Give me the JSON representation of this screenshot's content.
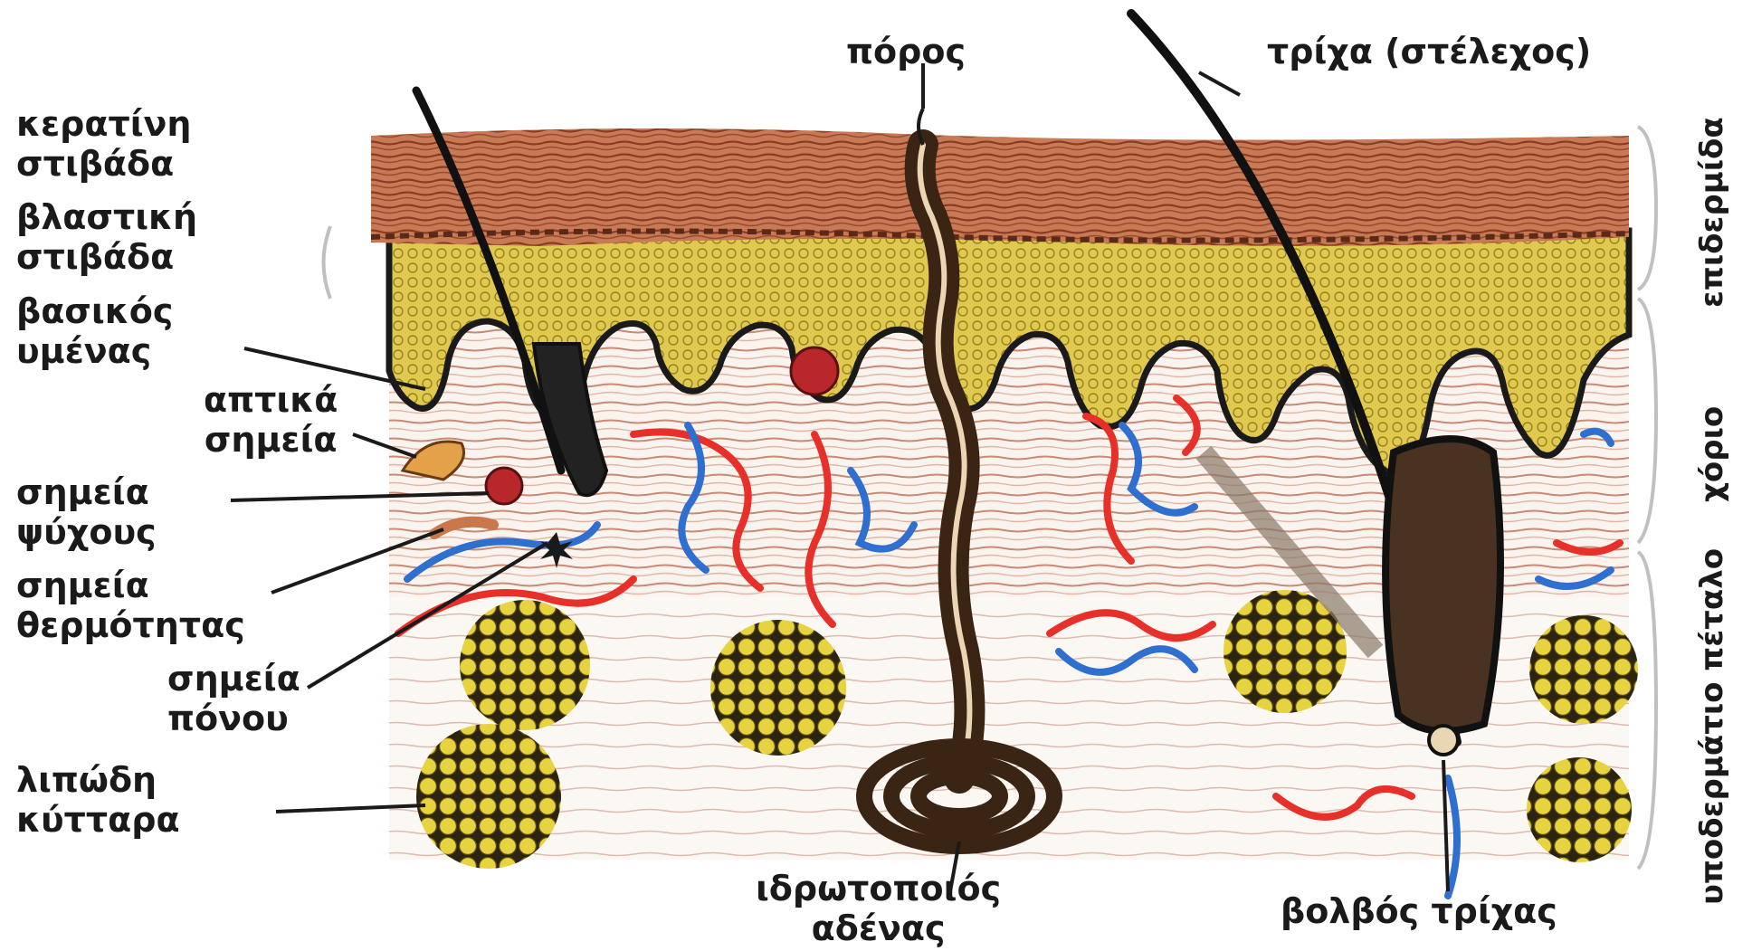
{
  "labels": {
    "keratin_layer": [
      "κερατίνη",
      "στιβάδα"
    ],
    "germinal_layer": [
      "βλαστική",
      "στιβάδα"
    ],
    "basement_membrane": [
      "βασικός",
      "υμένας"
    ],
    "touch_receptors": [
      "απτικά",
      "σημεία"
    ],
    "cold_receptors": [
      "σημεία",
      "ψύχους"
    ],
    "heat_receptors": [
      "σημεία",
      "θερμότητας"
    ],
    "pain_receptors": [
      "σημεία",
      "πόνου"
    ],
    "fat_cells": [
      "λιπώδη",
      "κύτταρα"
    ],
    "pore": "πόρος",
    "hair_shaft": "τρίχα (στέλεχος)",
    "sweat_gland": [
      "ιδρωτοποιός",
      "αδένας"
    ],
    "hair_bulb": "βολβός τρίχας"
  },
  "layers": {
    "epidermis": "επιδερμίδα",
    "dermis": "χόριο",
    "hypodermis": "υποδερμάτιο πέταλο"
  },
  "colors": {
    "keratin": "#b0583a",
    "germinal": "#d8c24a",
    "artery": "#e8302a",
    "vein": "#2f6fd0",
    "fat": "#e2cd3c",
    "outline": "#1a1a1a"
  }
}
